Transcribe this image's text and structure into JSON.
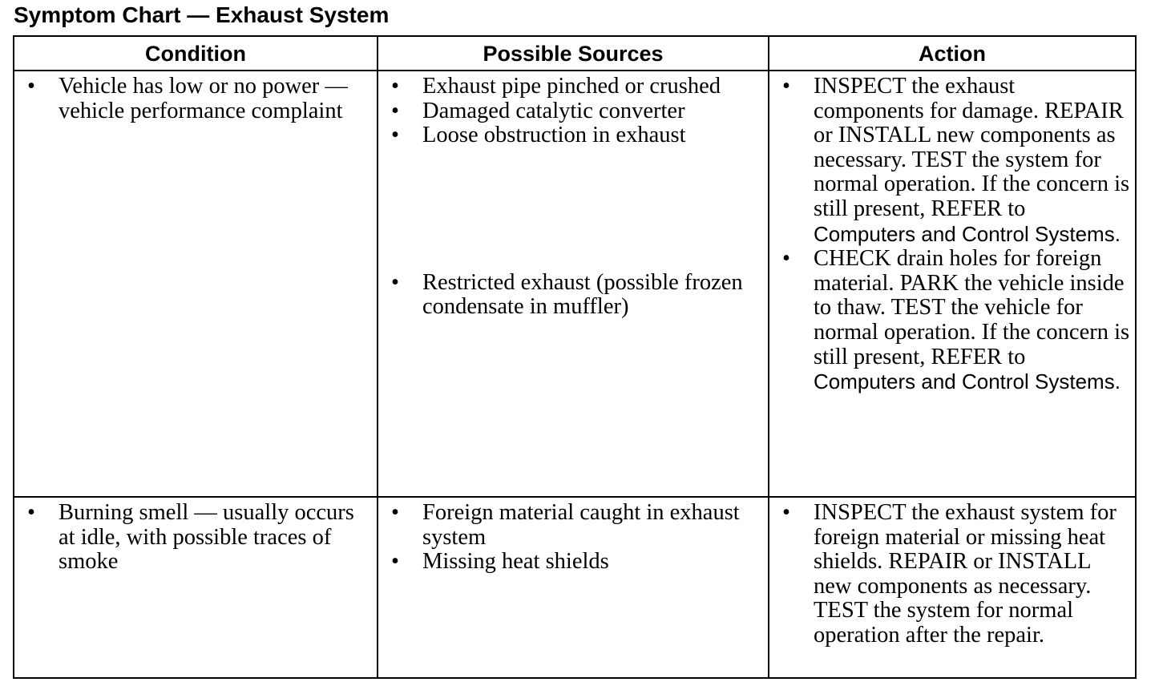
{
  "title": "Symptom Chart — Exhaust System",
  "headers": {
    "condition": "Condition",
    "sources": "Possible Sources",
    "action": "Action"
  },
  "bullet_glyph": "•",
  "rows": [
    {
      "condition": "Vehicle has low or no power — vehicle performance complaint",
      "sources_group1": [
        "Exhaust pipe pinched or crushed",
        "Damaged catalytic converter",
        "Loose obstruction in exhaust"
      ],
      "action1": {
        "text": "INSPECT the exhaust components for damage. REPAIR or INSTALL new components as necessary. TEST the system for normal operation. If the concern is still present, REFER to",
        "ref": "Computers and Control Systems."
      },
      "sources_group2": [
        "Restricted exhaust (possible frozen condensate in muffler)"
      ],
      "action2": {
        "text": "CHECK drain holes for foreign material. PARK the vehicle inside to thaw. TEST the vehicle for normal operation. If the concern is still present, REFER to",
        "ref": "Computers and Control Systems."
      }
    },
    {
      "condition": "Burning smell — usually occurs at idle, with possible traces of smoke",
      "sources": [
        "Foreign material caught in exhaust system",
        "Missing heat shields"
      ],
      "action": {
        "text": "INSPECT the exhaust system for foreign material or missing heat shields. REPAIR or INSTALL new components as necessary. TEST the system for normal operation after the repair."
      }
    }
  ]
}
